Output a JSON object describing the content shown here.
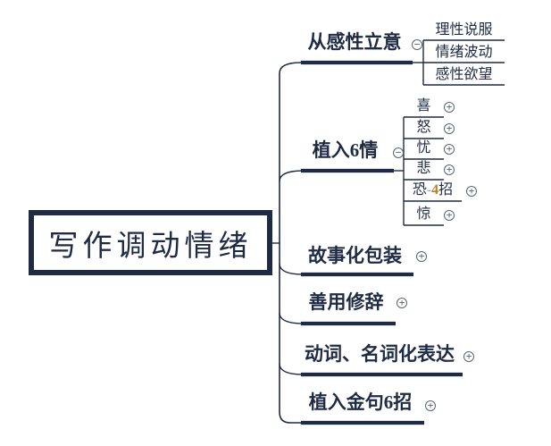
{
  "root": {
    "label": "写作调动情绪"
  },
  "branches": [
    {
      "label": "从感性立意",
      "toggle": "collapse"
    },
    {
      "label": "植入6情",
      "toggle": "collapse"
    },
    {
      "label": "故事化包装",
      "toggle": "expand"
    },
    {
      "label": "善用修辞",
      "toggle": "expand"
    },
    {
      "label": "动词、名词化表达",
      "toggle": "expand"
    },
    {
      "label": "植入金句6招",
      "toggle": "expand"
    }
  ],
  "branch1_children": [
    {
      "label": "理性说服"
    },
    {
      "label": "情绪波动"
    },
    {
      "label": "感性欲望"
    }
  ],
  "branch2_children": [
    {
      "label": "喜",
      "toggle": "expand"
    },
    {
      "label": "怒",
      "toggle": "expand"
    },
    {
      "label": "忧",
      "toggle": "expand"
    },
    {
      "label": "悲",
      "toggle": "expand"
    },
    {
      "label_pre": "恐",
      "label_dash": "-",
      "label_num": "4",
      "label_post": "招",
      "toggle": "expand"
    },
    {
      "label": "惊",
      "toggle": "expand"
    }
  ],
  "icons": {
    "plus": "+",
    "minus": "−"
  },
  "colors": {
    "line": "#1F2A44",
    "text": "#1F2A44",
    "toggle_icon": "#5A6478",
    "highlight_number": "#C07E28",
    "highlight_dash": "#A0A8B8",
    "background": "#FFFFFF"
  }
}
